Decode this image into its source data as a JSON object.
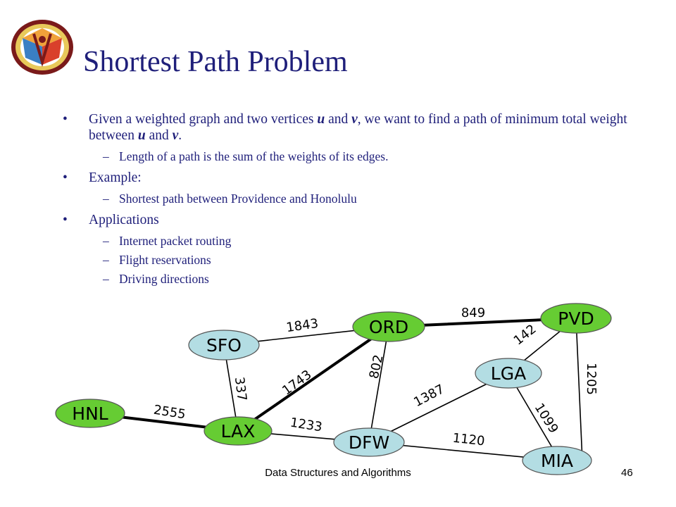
{
  "slide": {
    "title": "Shortest Path Problem",
    "footer": "Data Structures and Algorithms",
    "page_number": "46"
  },
  "bullets": {
    "b1": {
      "pre": "Given a weighted graph and two vertices ",
      "u": "u",
      "mid": " and ",
      "v": "v",
      "post": ", we want to find a path of minimum total weight between ",
      "u2": "u",
      "and2": " and ",
      "v2": "v",
      "end": "."
    },
    "b1_sub": "Length of a path is the sum of the weights of its edges.",
    "b2": "Example:",
    "b2_sub": "Shortest path between Providence and Honolulu",
    "b3": "Applications",
    "b3_subs": [
      "Internet packet routing",
      "Flight reservations",
      "Driving directions"
    ]
  },
  "graph": {
    "nodes": {
      "pvd": "PVD",
      "ord": "ORD",
      "sfo": "SFO",
      "lga": "LGA",
      "hnl": "HNL",
      "lax": "LAX",
      "dfw": "DFW",
      "mia": "MIA"
    },
    "edges": {
      "sfo_ord": "1843",
      "ord_pvd": "849",
      "lga_pvd": "142",
      "ord_dfw": "802",
      "pvd_mia": "1205",
      "lax_ord": "1743",
      "sfo_lax": "337",
      "dfw_lga": "1387",
      "lga_mia": "1099",
      "hnl_lax": "2555",
      "lax_dfw": "1233",
      "dfw_mia": "1120"
    },
    "shortest_path": [
      "PVD",
      "ORD",
      "LAX",
      "HNL"
    ],
    "colors": {
      "highlighted_node": "#66cc33",
      "node": "#b3dde3",
      "path_edge": "#000000"
    }
  }
}
